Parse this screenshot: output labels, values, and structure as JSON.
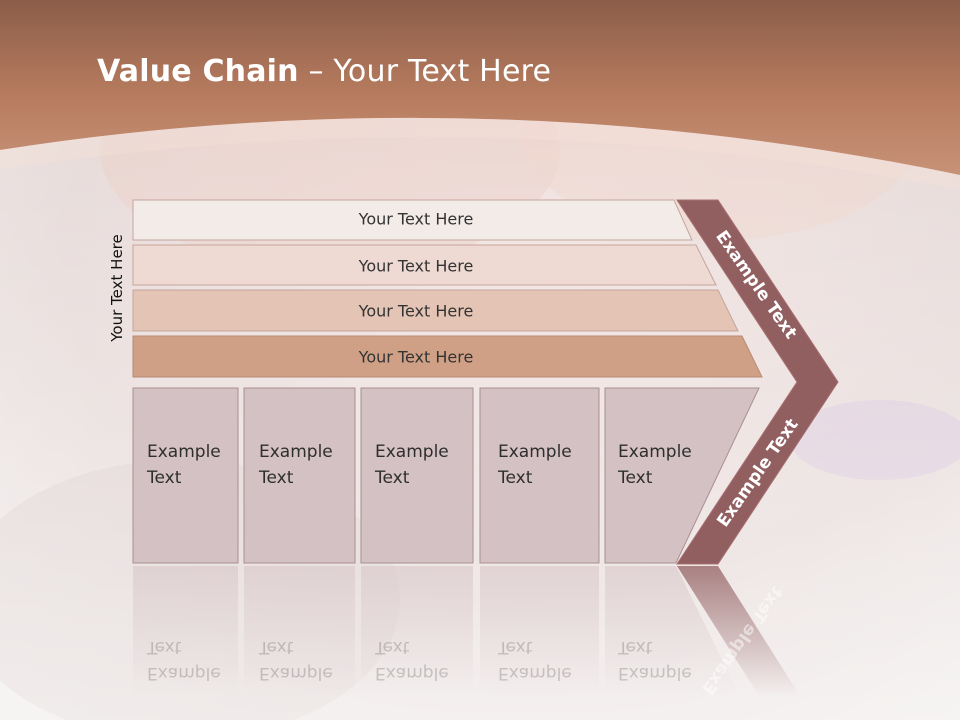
{
  "slide": {
    "title_bold": "Value Chain",
    "title_rest": " – Your Text Here",
    "vertical_label": "Your Text Here",
    "rows": [
      "Your Text Here",
      "Your Text Here",
      "Your Text Here",
      "Your Text Here"
    ],
    "cells": [
      {
        "line1": "Example",
        "line2": "Text"
      },
      {
        "line1": "Example",
        "line2": "Text"
      },
      {
        "line1": "Example",
        "line2": "Text"
      },
      {
        "line1": "Example",
        "line2": "Text"
      },
      {
        "line1": "Example",
        "line2": "Text"
      }
    ],
    "chevron_top": "Example Text",
    "chevron_bottom": "Example Text"
  },
  "colors": {
    "header": "#b57a5f",
    "row1": "#f3ebe8",
    "row2": "#eedad2",
    "row3": "#e4c4b4",
    "row4": "#d0a086",
    "cell": "#d4c1c3",
    "chevron": "#925f61"
  }
}
